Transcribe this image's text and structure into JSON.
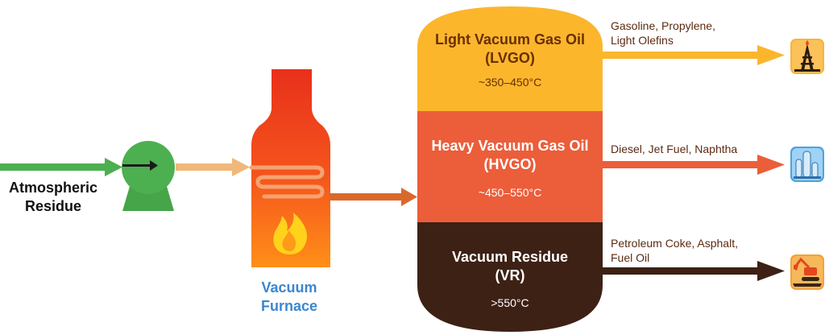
{
  "feed": {
    "line1": "Atmospheric",
    "line2": "Residue"
  },
  "furnace": {
    "line1": "Vacuum",
    "line2": "Furnace"
  },
  "column": {
    "sections": [
      {
        "name": "Light Vacuum Gas Oil",
        "abbr": "(LVGO)",
        "temp": "~350–450°C",
        "color": "#fbb62c"
      },
      {
        "name": "Heavy Vacuum Gas Oil",
        "abbr": "(HVGO)",
        "temp": "~450–550°C",
        "color": "#ec5d3a"
      },
      {
        "name": "Vacuum Residue",
        "abbr": "(VR)",
        "temp": ">550°C",
        "color": "#3d2115"
      }
    ]
  },
  "products": [
    {
      "line1": "Gasoline, Propylene,",
      "line2": "Light Olefins",
      "icon": "oil-derrick-icon"
    },
    {
      "line1": "Diesel, Jet Fuel, Naphtha",
      "line2": "",
      "icon": "refinery-tower-icon"
    },
    {
      "line1": "Petroleum Coke, Asphalt,",
      "line2": "Fuel Oil",
      "icon": "excavator-icon"
    }
  ],
  "colors": {
    "feed_arrow": "#4caf50",
    "pump": "#4caf50",
    "pump_outlet_arrow": "#f0b87a",
    "furnace_outlet_arrow": "#d9692b",
    "furnace_top": "#e8301b",
    "furnace_bottom": "#ff8f18"
  }
}
